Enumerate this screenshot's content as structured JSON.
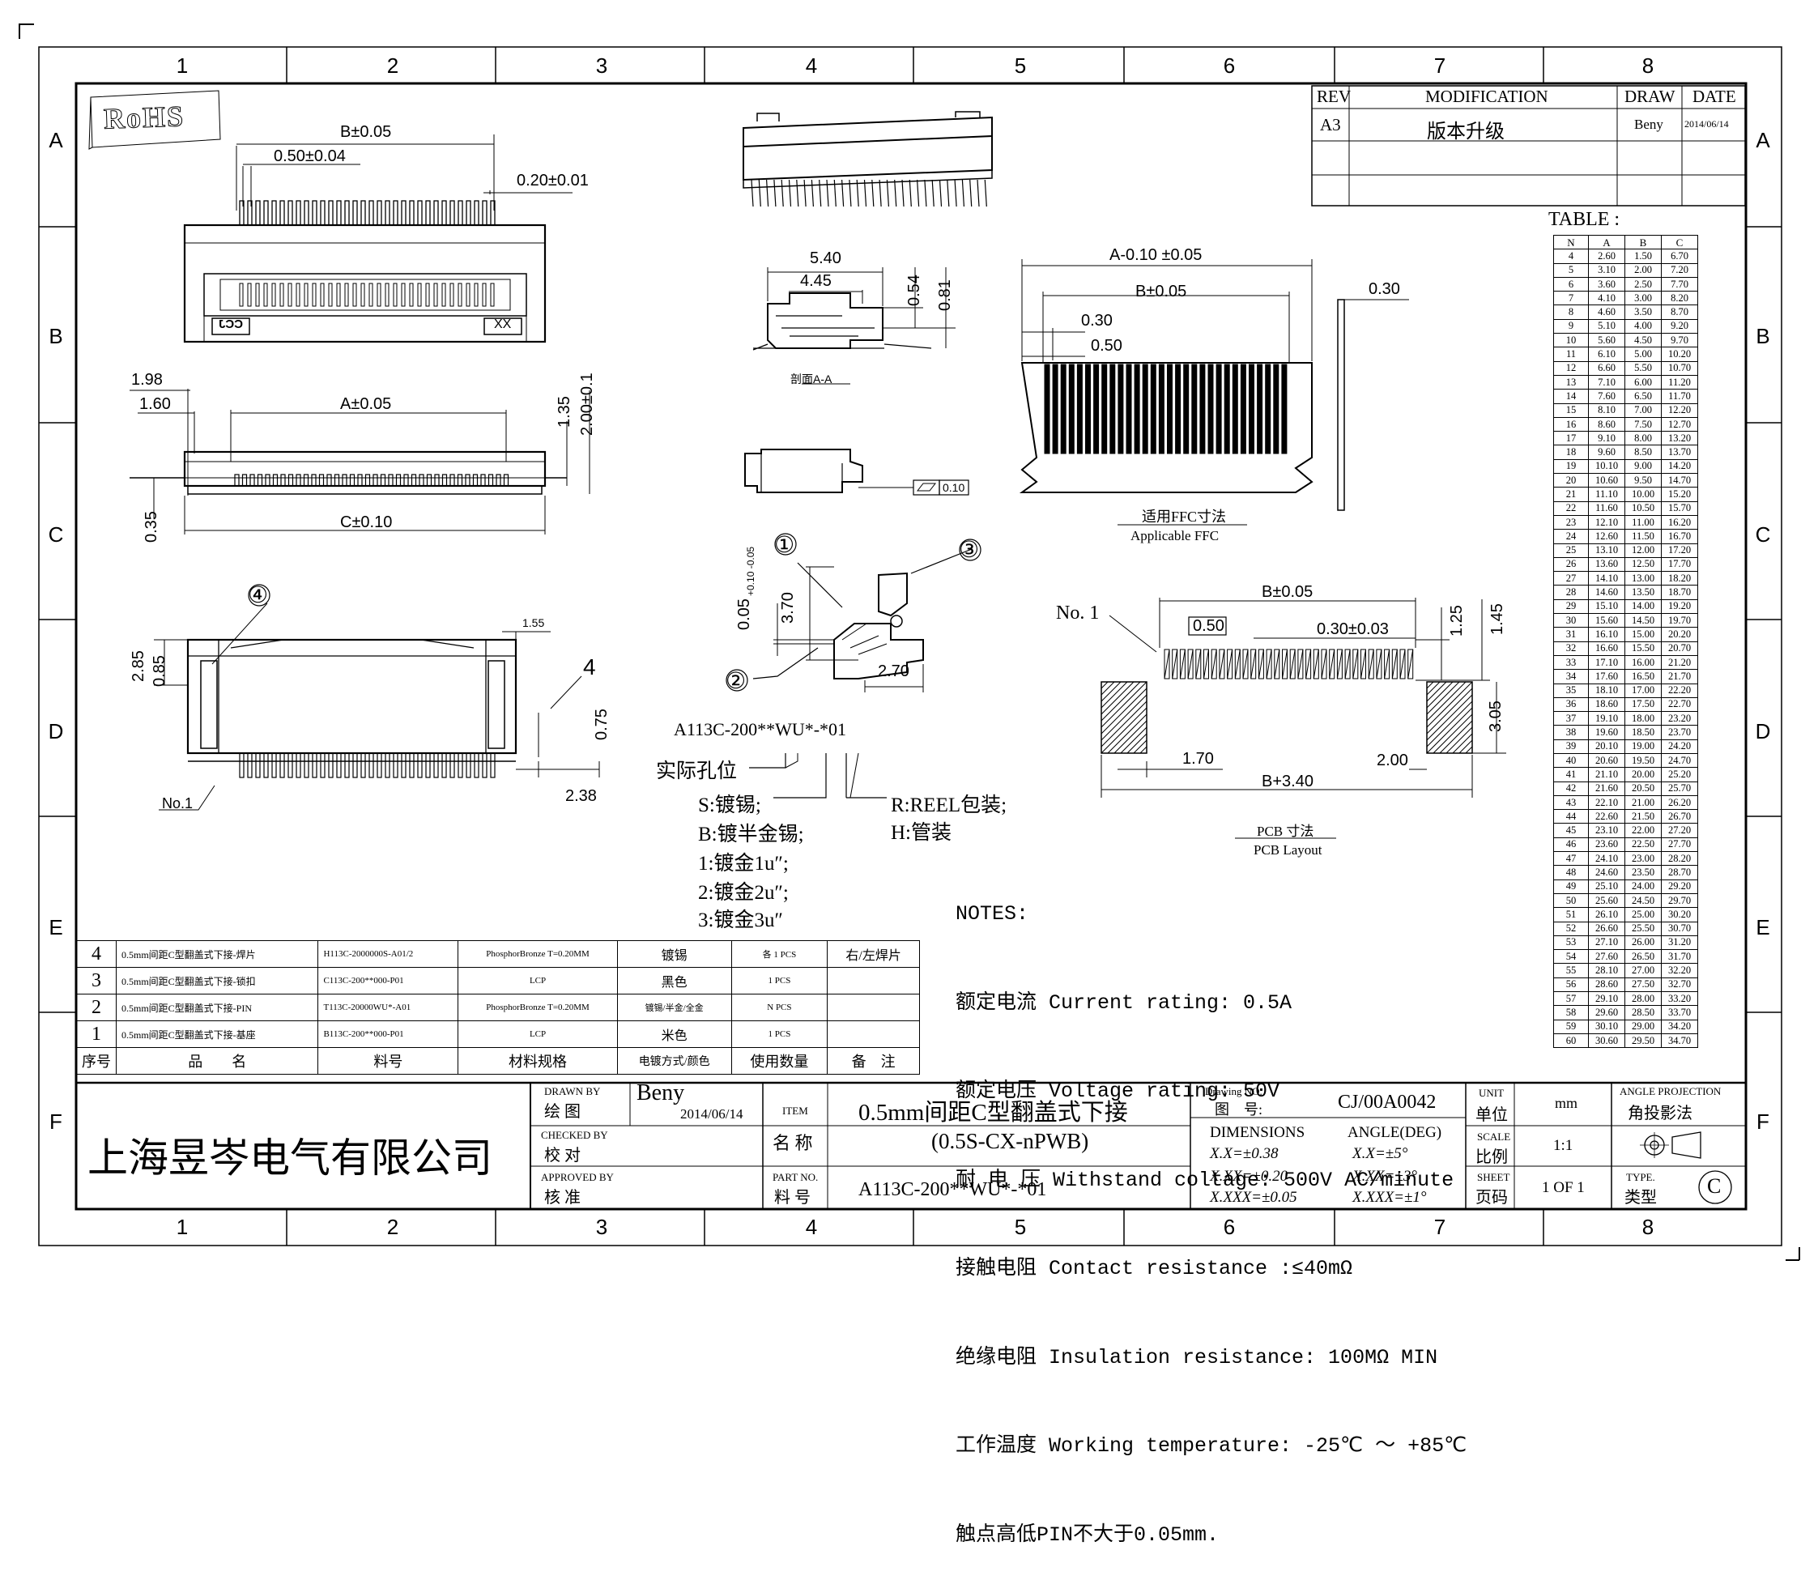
{
  "zones": {
    "columns": [
      "1",
      "2",
      "3",
      "4",
      "5",
      "6",
      "7",
      "8"
    ],
    "rows": [
      "A",
      "B",
      "C",
      "D",
      "E",
      "F"
    ]
  },
  "rohs": "RoHS",
  "revision": {
    "headers": [
      "REV",
      "MODIFICATION",
      "DRAW",
      "DATE"
    ],
    "rows": [
      {
        "rev": "A3",
        "modification": "版本升级",
        "draw": "Beny",
        "date": "2014/06/14"
      }
    ]
  },
  "views": {
    "top": {
      "b": "B±0.05",
      "pitch": "0.50±0.04",
      "pin_w": "0.20±0.01",
      "mark_cc": "CCJ",
      "mark_xx": "XX"
    },
    "front": {
      "d198": "1.98",
      "d160": "1.60",
      "a": "A±0.05",
      "d135": "1.35",
      "d200": "2.00±0.1",
      "d035": "0.35",
      "c": "C±0.10"
    },
    "section": {
      "d540": "5.40",
      "d445": "4.45",
      "d054": "0.54",
      "d081": "0.81",
      "label": "剖面A-A",
      "flatness": "0.10"
    },
    "detail": {
      "c1": "①",
      "c2": "②",
      "c3": "③",
      "d370": "3.70",
      "d005": "0.05",
      "tol": "+0.10 -0.05",
      "d270": "2.70"
    },
    "bottom": {
      "c4": "④",
      "n4": "4",
      "d285": "2.85",
      "d085": "0.85",
      "d155": "1.55",
      "d075": "0.75",
      "d238": "2.38",
      "no1": "No.1"
    },
    "ffc": {
      "a": "A-0.10  ±0.05",
      "b": "B±0.05",
      "d030": "0.30",
      "d050": "0.50",
      "d030b": "0.30",
      "caption_cn": "适用FFC寸法",
      "caption_en": "Applicable FFC"
    },
    "pcb": {
      "no1": "No. 1",
      "b": "B±0.05",
      "d050": "0.50",
      "d030": "0.30±0.03",
      "d125": "1.25",
      "d145": "1.45",
      "d305": "3.05",
      "d170": "1.70",
      "d200": "2.00",
      "b340": "B+3.40",
      "caption_cn": "PCB  寸法",
      "caption_en": "PCB Layout"
    }
  },
  "partcode": {
    "code": "A113C-200**WU*-*01",
    "pos_label": "实际孔位",
    "plating": [
      "S:镀锡;",
      "B:镀半金锡;",
      "1:镀金1u″;",
      "2:镀金2u″;",
      "3:镀金3u″"
    ],
    "pack": [
      "R:REEL包装;",
      "H:管装"
    ]
  },
  "notes": {
    "title": "NOTES:",
    "lines": [
      "额定电流 Current rating: 0.5A",
      "额定电压 Voltage rating: 50V",
      "耐 电 压 Withstand coltage: 500V AC/minute",
      "接触电阻 Contact resistance :≤40mΩ",
      "绝缘电阻 Insulation resistance: 100MΩ MIN",
      "工作温度 Working temperature: -25℃ ～ +85℃",
      "触点高低PIN不大于0.05mm."
    ]
  },
  "table": {
    "title": "TABLE :",
    "headers": [
      "N",
      "A",
      "B",
      "C"
    ],
    "rows": [
      [
        "4",
        "2.60",
        "1.50",
        "6.70"
      ],
      [
        "5",
        "3.10",
        "2.00",
        "7.20"
      ],
      [
        "6",
        "3.60",
        "2.50",
        "7.70"
      ],
      [
        "7",
        "4.10",
        "3.00",
        "8.20"
      ],
      [
        "8",
        "4.60",
        "3.50",
        "8.70"
      ],
      [
        "9",
        "5.10",
        "4.00",
        "9.20"
      ],
      [
        "10",
        "5.60",
        "4.50",
        "9.70"
      ],
      [
        "11",
        "6.10",
        "5.00",
        "10.20"
      ],
      [
        "12",
        "6.60",
        "5.50",
        "10.70"
      ],
      [
        "13",
        "7.10",
        "6.00",
        "11.20"
      ],
      [
        "14",
        "7.60",
        "6.50",
        "11.70"
      ],
      [
        "15",
        "8.10",
        "7.00",
        "12.20"
      ],
      [
        "16",
        "8.60",
        "7.50",
        "12.70"
      ],
      [
        "17",
        "9.10",
        "8.00",
        "13.20"
      ],
      [
        "18",
        "9.60",
        "8.50",
        "13.70"
      ],
      [
        "19",
        "10.10",
        "9.00",
        "14.20"
      ],
      [
        "20",
        "10.60",
        "9.50",
        "14.70"
      ],
      [
        "21",
        "11.10",
        "10.00",
        "15.20"
      ],
      [
        "22",
        "11.60",
        "10.50",
        "15.70"
      ],
      [
        "23",
        "12.10",
        "11.00",
        "16.20"
      ],
      [
        "24",
        "12.60",
        "11.50",
        "16.70"
      ],
      [
        "25",
        "13.10",
        "12.00",
        "17.20"
      ],
      [
        "26",
        "13.60",
        "12.50",
        "17.70"
      ],
      [
        "27",
        "14.10",
        "13.00",
        "18.20"
      ],
      [
        "28",
        "14.60",
        "13.50",
        "18.70"
      ],
      [
        "29",
        "15.10",
        "14.00",
        "19.20"
      ],
      [
        "30",
        "15.60",
        "14.50",
        "19.70"
      ],
      [
        "31",
        "16.10",
        "15.00",
        "20.20"
      ],
      [
        "32",
        "16.60",
        "15.50",
        "20.70"
      ],
      [
        "33",
        "17.10",
        "16.00",
        "21.20"
      ],
      [
        "34",
        "17.60",
        "16.50",
        "21.70"
      ],
      [
        "35",
        "18.10",
        "17.00",
        "22.20"
      ],
      [
        "36",
        "18.60",
        "17.50",
        "22.70"
      ],
      [
        "37",
        "19.10",
        "18.00",
        "23.20"
      ],
      [
        "38",
        "19.60",
        "18.50",
        "23.70"
      ],
      [
        "39",
        "20.10",
        "19.00",
        "24.20"
      ],
      [
        "40",
        "20.60",
        "19.50",
        "24.70"
      ],
      [
        "41",
        "21.10",
        "20.00",
        "25.20"
      ],
      [
        "42",
        "21.60",
        "20.50",
        "25.70"
      ],
      [
        "43",
        "22.10",
        "21.00",
        "26.20"
      ],
      [
        "44",
        "22.60",
        "21.50",
        "26.70"
      ],
      [
        "45",
        "23.10",
        "22.00",
        "27.20"
      ],
      [
        "46",
        "23.60",
        "22.50",
        "27.70"
      ],
      [
        "47",
        "24.10",
        "23.00",
        "28.20"
      ],
      [
        "48",
        "24.60",
        "23.50",
        "28.70"
      ],
      [
        "49",
        "25.10",
        "24.00",
        "29.20"
      ],
      [
        "50",
        "25.60",
        "24.50",
        "29.70"
      ],
      [
        "51",
        "26.10",
        "25.00",
        "30.20"
      ],
      [
        "52",
        "26.60",
        "25.50",
        "30.70"
      ],
      [
        "53",
        "27.10",
        "26.00",
        "31.20"
      ],
      [
        "54",
        "27.60",
        "26.50",
        "31.70"
      ],
      [
        "55",
        "28.10",
        "27.00",
        "32.20"
      ],
      [
        "56",
        "28.60",
        "27.50",
        "32.70"
      ],
      [
        "57",
        "29.10",
        "28.00",
        "33.20"
      ],
      [
        "58",
        "29.60",
        "28.50",
        "33.70"
      ],
      [
        "59",
        "30.10",
        "29.00",
        "34.20"
      ],
      [
        "60",
        "30.60",
        "29.50",
        "34.70"
      ]
    ]
  },
  "bom": {
    "rows": [
      {
        "no": "4",
        "name": "0.5mm间距C型翻盖式下接-焊片",
        "part": "H113C-2000000S-A01/2",
        "material": "PhosphorBronze T=0.20MM",
        "finish": "镀锡",
        "qty": "各 1 PCS",
        "remark": "右/左焊片"
      },
      {
        "no": "3",
        "name": "0.5mm间距C型翻盖式下接-锁扣",
        "part": "C113C-200**000-P01",
        "material": "LCP",
        "finish": "黑色",
        "qty": "1 PCS",
        "remark": ""
      },
      {
        "no": "2",
        "name": "0.5mm间距C型翻盖式下接-PIN",
        "part": "T113C-20000WU*-A01",
        "material": "PhosphorBronze T=0.20MM",
        "finish": "镀锡/半金/全金",
        "qty": "N PCS",
        "remark": ""
      },
      {
        "no": "1",
        "name": "0.5mm间距C型翻盖式下接-基座",
        "part": "B113C-200**000-P01",
        "material": "LCP",
        "finish": "米色",
        "qty": "1 PCS",
        "remark": ""
      }
    ],
    "headers": {
      "no": "序号",
      "name": "品　　名",
      "part": "料号",
      "material": "材料规格",
      "finish": "电镀方式/颜色",
      "qty": "使用数量",
      "remark": "备　注"
    }
  },
  "titleblock": {
    "company": "上海昱岑电气有限公司",
    "drawn_by_en": "DRAWN BY",
    "drawn_by_cn": "绘 图",
    "drawn_name": "Beny",
    "drawn_date": "2014/06/14",
    "checked_en": "CHECKED BY",
    "checked_cn": "校 对",
    "approved_en": "APPROVED BY",
    "approved_cn": "核 准",
    "item_en": "ITEM",
    "item_cn": "名 称",
    "item_line1": "0.5mm间距C型翻盖式下接",
    "item_line2": "(0.5S-CX-nPWB)",
    "part_en": "PART NO.",
    "part_cn": "料 号",
    "part_no": "A113C-200**WU*-*01",
    "drawing_en": "Drawing NO.",
    "drawing_cn": "图　号:",
    "drawing_no": "CJ/00A0042",
    "dimensions": "DIMENSIONS",
    "angle": "ANGLE(DEG)",
    "tol1": "X.X=±0.38",
    "tol2": "X.XX=±0.20",
    "tol3": "X.XXX=±0.05",
    "ang1": "X.X=±5°",
    "ang2": "X.XX=±3°",
    "ang3": "X.XXX=±1°",
    "unit_en": "UNIT",
    "unit_cn": "单位",
    "unit": "mm",
    "scale_en": "SCALE",
    "scale_cn": "比例",
    "scale": "1:1",
    "sheet_en": "SHEET",
    "sheet_cn": "页码",
    "sheet": "1 OF 1",
    "proj_en": "ANGLE PROJECTION",
    "proj_cn": "角投影法",
    "type_en": "TYPE.",
    "type_cn": "类型",
    "type": "C"
  }
}
